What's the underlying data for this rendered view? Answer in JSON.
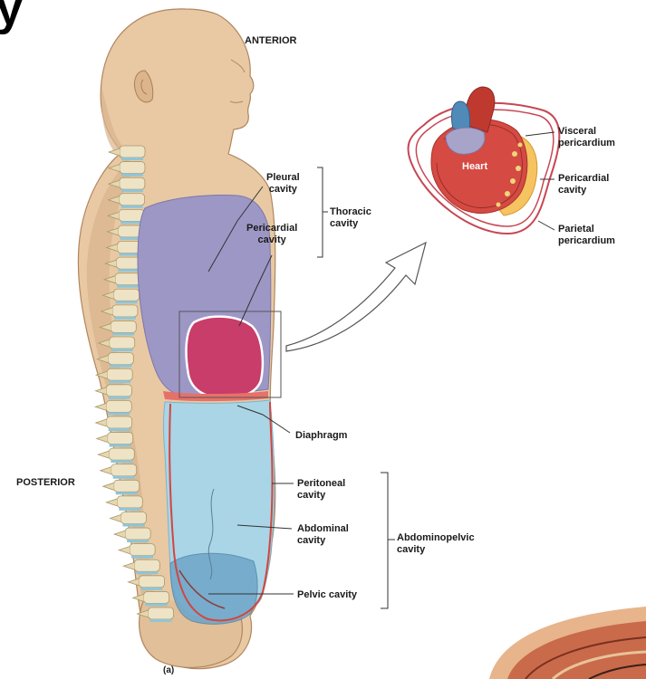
{
  "corner_glyph": "y",
  "orientation": {
    "anterior": "ANTERIOR",
    "posterior": "POSTERIOR"
  },
  "labels": {
    "pleural_cavity": "Pleural\ncavity",
    "pericardial_cavity": "Pericardial\ncavity",
    "thoracic_cavity": "Thoracic\ncavity",
    "diaphragm": "Diaphragm",
    "peritoneal_cavity": "Peritoneal\ncavity",
    "abdominal_cavity": "Abdominal\ncavity",
    "abdominopelvic_cavity": "Abdominopelvic\ncavity",
    "pelvic_cavity": "Pelvic cavity"
  },
  "inset": {
    "heart": "Heart",
    "visceral_pericardium": "Visceral\npericardium",
    "pericardial_cavity": "Pericardial\ncavity",
    "parietal_pericardium": "Parietal\npericardium"
  },
  "panel_label": "(a)",
  "colors": {
    "skin": "#e8c9a4",
    "skin_shadow": "#c49b72",
    "pleural": "#9d97c6",
    "pericardial": "#c83d6a",
    "abdominal": "#a9d5e6",
    "pelvic": "#6fa5c8",
    "spine": "#efe3c6",
    "disc": "#8fc5d8",
    "heart": "#d54a43",
    "leader": "#333333"
  }
}
